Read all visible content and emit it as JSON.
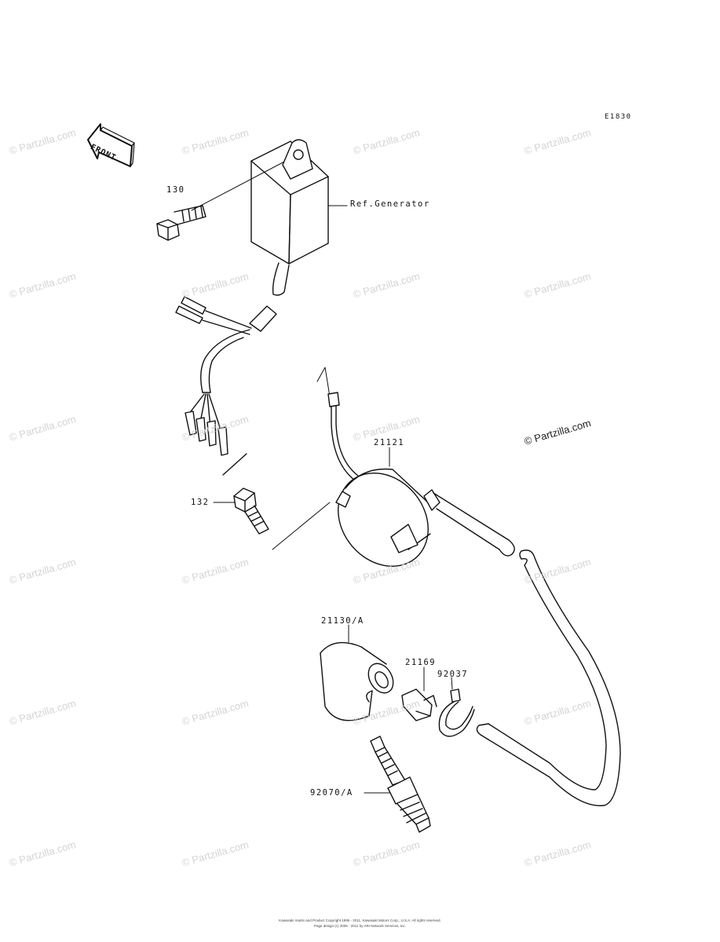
{
  "diagram_code": "E1830",
  "front_arrow_text": "FRONT",
  "watermark": "© Partzilla.com",
  "callouts": {
    "ref_generator": "Ref.Generator",
    "p130": "130",
    "p132": "132",
    "p21121": "21121",
    "p21130": "21130/A",
    "p21169": "21169",
    "p92037": "92037",
    "p92070": "92070/A"
  },
  "copyright": [
    "Kawasaki marks and Product Copyright 1995 - 2011, Kawasaki Motors Corp., U.S.A. All rights reserved.",
    "Page design (c) 2005 - 2011 by ARI Network Services, Inc."
  ]
}
